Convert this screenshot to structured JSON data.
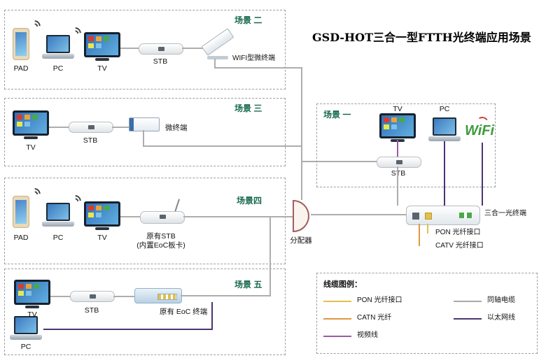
{
  "title": "GSD-HOT三合一型FTTH光终端应用场景",
  "scenario1": {
    "label": "场景 一",
    "tv": "TV",
    "pc": "PC",
    "wifi_logo": "WiFi",
    "stb": "STB"
  },
  "scenario2": {
    "label": "场景 二",
    "pad": "PAD",
    "pc": "PC",
    "tv": "TV",
    "stb": "STB",
    "terminal": "WIFI型微终端"
  },
  "scenario3": {
    "label": "场景 三",
    "tv": "TV",
    "stb": "STB",
    "terminal": "微终端"
  },
  "scenario4": {
    "label": "场景四",
    "pad": "PAD",
    "pc": "PC",
    "tv": "TV",
    "stb_name": "原有STB",
    "stb_note": "(内置EoC板卡)"
  },
  "scenario5": {
    "label": "场景 五",
    "tv": "TV",
    "stb": "STB",
    "terminal": "原有 EoC 终端",
    "pc": "PC"
  },
  "splitter": {
    "label": "分配器"
  },
  "olt": {
    "label": "三合一光终端",
    "pon_port": "PON 光纤接口",
    "catv_port": "CATV 光纤接口"
  },
  "legend": {
    "title": "线缆图例：",
    "items": [
      {
        "label": "PON 光纤接口",
        "color": "#e2c04a"
      },
      {
        "label": "CATN 光纤",
        "color": "#e2973f"
      },
      {
        "label": "视频线",
        "color": "#9b59a8"
      },
      {
        "label": "同轴电缆",
        "color": "#a9a9a9"
      },
      {
        "label": "以太网线",
        "color": "#4a3572"
      }
    ]
  }
}
